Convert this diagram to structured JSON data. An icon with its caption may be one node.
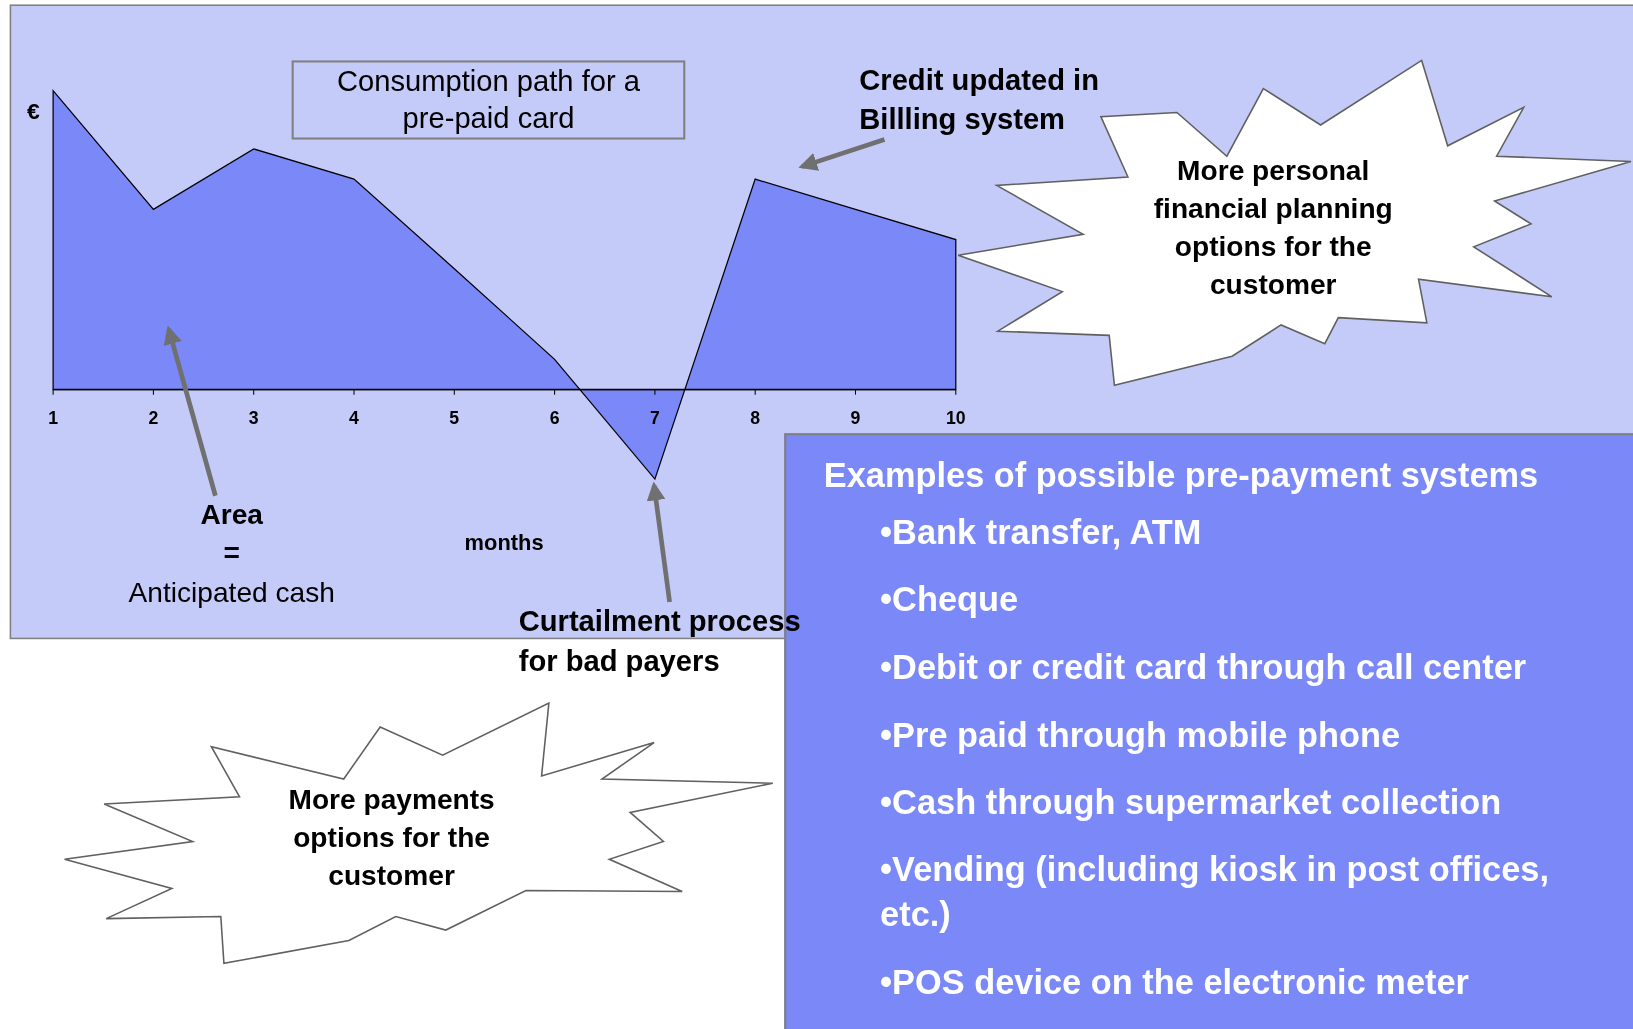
{
  "diagram": {
    "nodes": [
      {
        "text": [
          "Consumption path for a pre-paid card"
        ]
      },
      {
        "text": [
          "Credit updated in Billling system"
        ]
      },
      {
        "text": [
          "More personal financial planning options for the customer"
        ]
      },
      {
        "text": [
          "Area",
          "=",
          "Anticipated cash"
        ]
      },
      {
        "text": [
          "Curtailment process for bad payers"
        ]
      },
      {
        "text": [
          "More payments options for the customer"
        ]
      },
      {
        "text": [
          "Examples of possible pre-payment systems",
          "•Bank transfer, ATM",
          "•Cheque",
          "•Debit or credit card through call center",
          "•Pre paid through mobile phone",
          "•Cash through supermarket collection",
          "•Vending (including kiosk in post offices, etc.)",
          "•POS device on the electronic meter"
        ]
      }
    ],
    "edges": [
      {
        "from": 1,
        "to": null,
        "arrow": "to"
      },
      {
        "from": 3,
        "to": null,
        "arrow": "to"
      },
      {
        "from": 4,
        "to": null,
        "arrow": "to"
      }
    ],
    "labels": [
      "€",
      "1",
      "2",
      "3",
      "4",
      "5",
      "6",
      "7",
      "8",
      "9",
      "10",
      "months"
    ]
  }
}
